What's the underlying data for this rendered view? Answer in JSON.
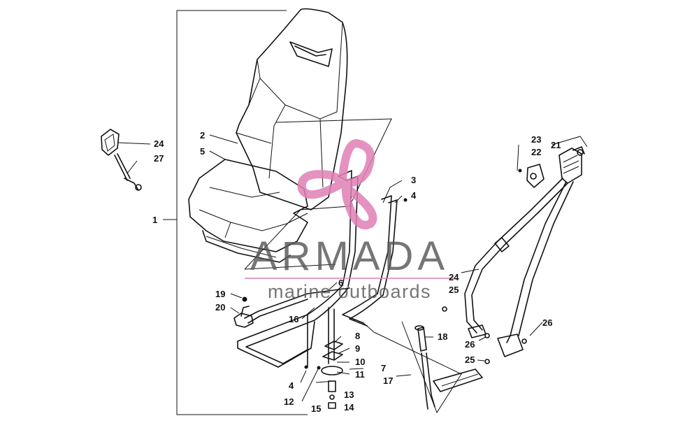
{
  "watermark": {
    "brand": "ARMADA",
    "tagline": "marine outboards",
    "color_logo": "#e07fb6",
    "color_text": "#555555"
  },
  "labels": {
    "l1": "1",
    "l2": "2",
    "l3": "3",
    "l4a": "4",
    "l4b": "4",
    "l5": "5",
    "l6": "6",
    "l7": "7",
    "l8": "8",
    "l9": "9",
    "l10": "10",
    "l11": "11",
    "l12": "12",
    "l13": "13",
    "l14": "14",
    "l15": "15",
    "l16": "16",
    "l17": "17",
    "l18": "18",
    "l19": "19",
    "l20": "20",
    "l21": "21",
    "l22": "22",
    "l23": "23",
    "l24a": "24",
    "l24b": "24",
    "l25a": "25",
    "l25b": "25",
    "l26a": "26",
    "l26b": "26",
    "l27": "27"
  }
}
